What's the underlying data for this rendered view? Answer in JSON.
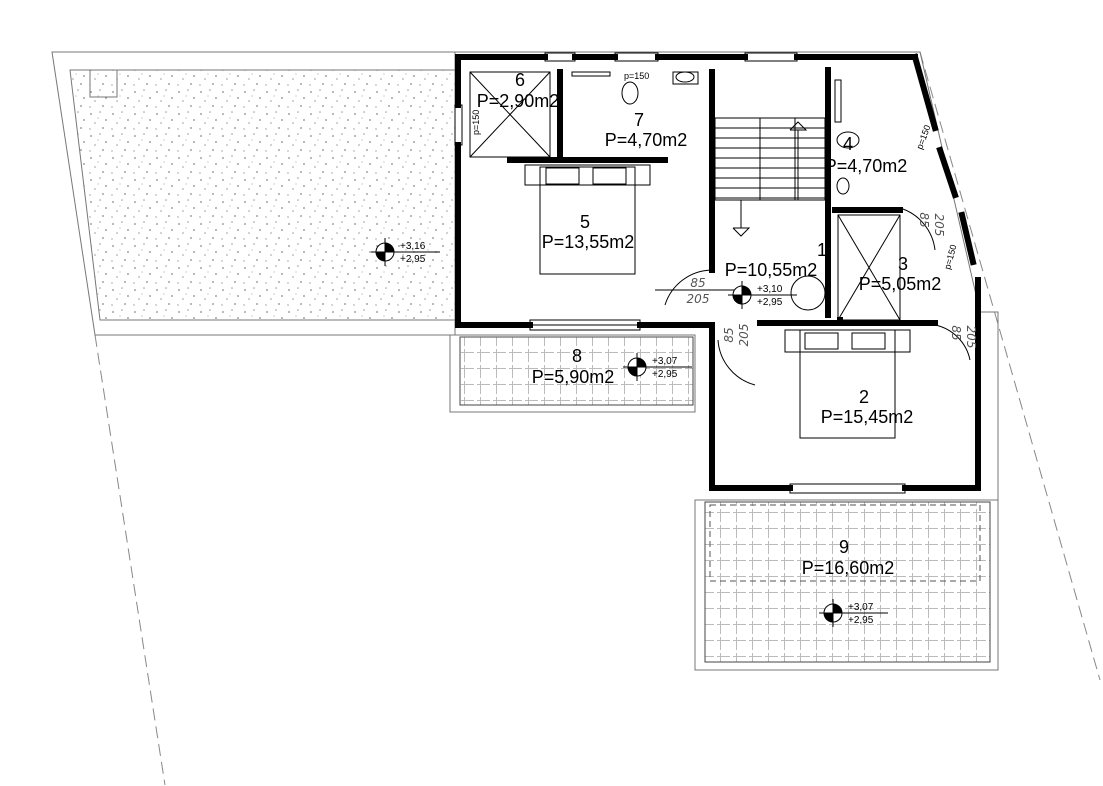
{
  "plan": {
    "rooms": [
      {
        "number": "1",
        "area": "P=10,55m2"
      },
      {
        "number": "2",
        "area": "P=15,45m2"
      },
      {
        "number": "3",
        "area": "P=5,05m2"
      },
      {
        "number": "4",
        "area": "P=4,70m2"
      },
      {
        "number": "5",
        "area": "P=13,55m2"
      },
      {
        "number": "6",
        "area": "P=2,90m2"
      },
      {
        "number": "7",
        "area": "P=4,70m2"
      },
      {
        "number": "8",
        "area": "P=5,90m2"
      },
      {
        "number": "9",
        "area": "P=16,60m2"
      }
    ],
    "levels": [
      {
        "top": "+3,16",
        "bottom": "+2,95"
      },
      {
        "top": "+3,10",
        "bottom": "+2,95"
      },
      {
        "top": "+3,07",
        "bottom": "+2,95"
      },
      {
        "top": "+3,07",
        "bottom": "+2,95"
      }
    ],
    "door_width": "85",
    "door_height": "205",
    "window_label": "p=150"
  }
}
